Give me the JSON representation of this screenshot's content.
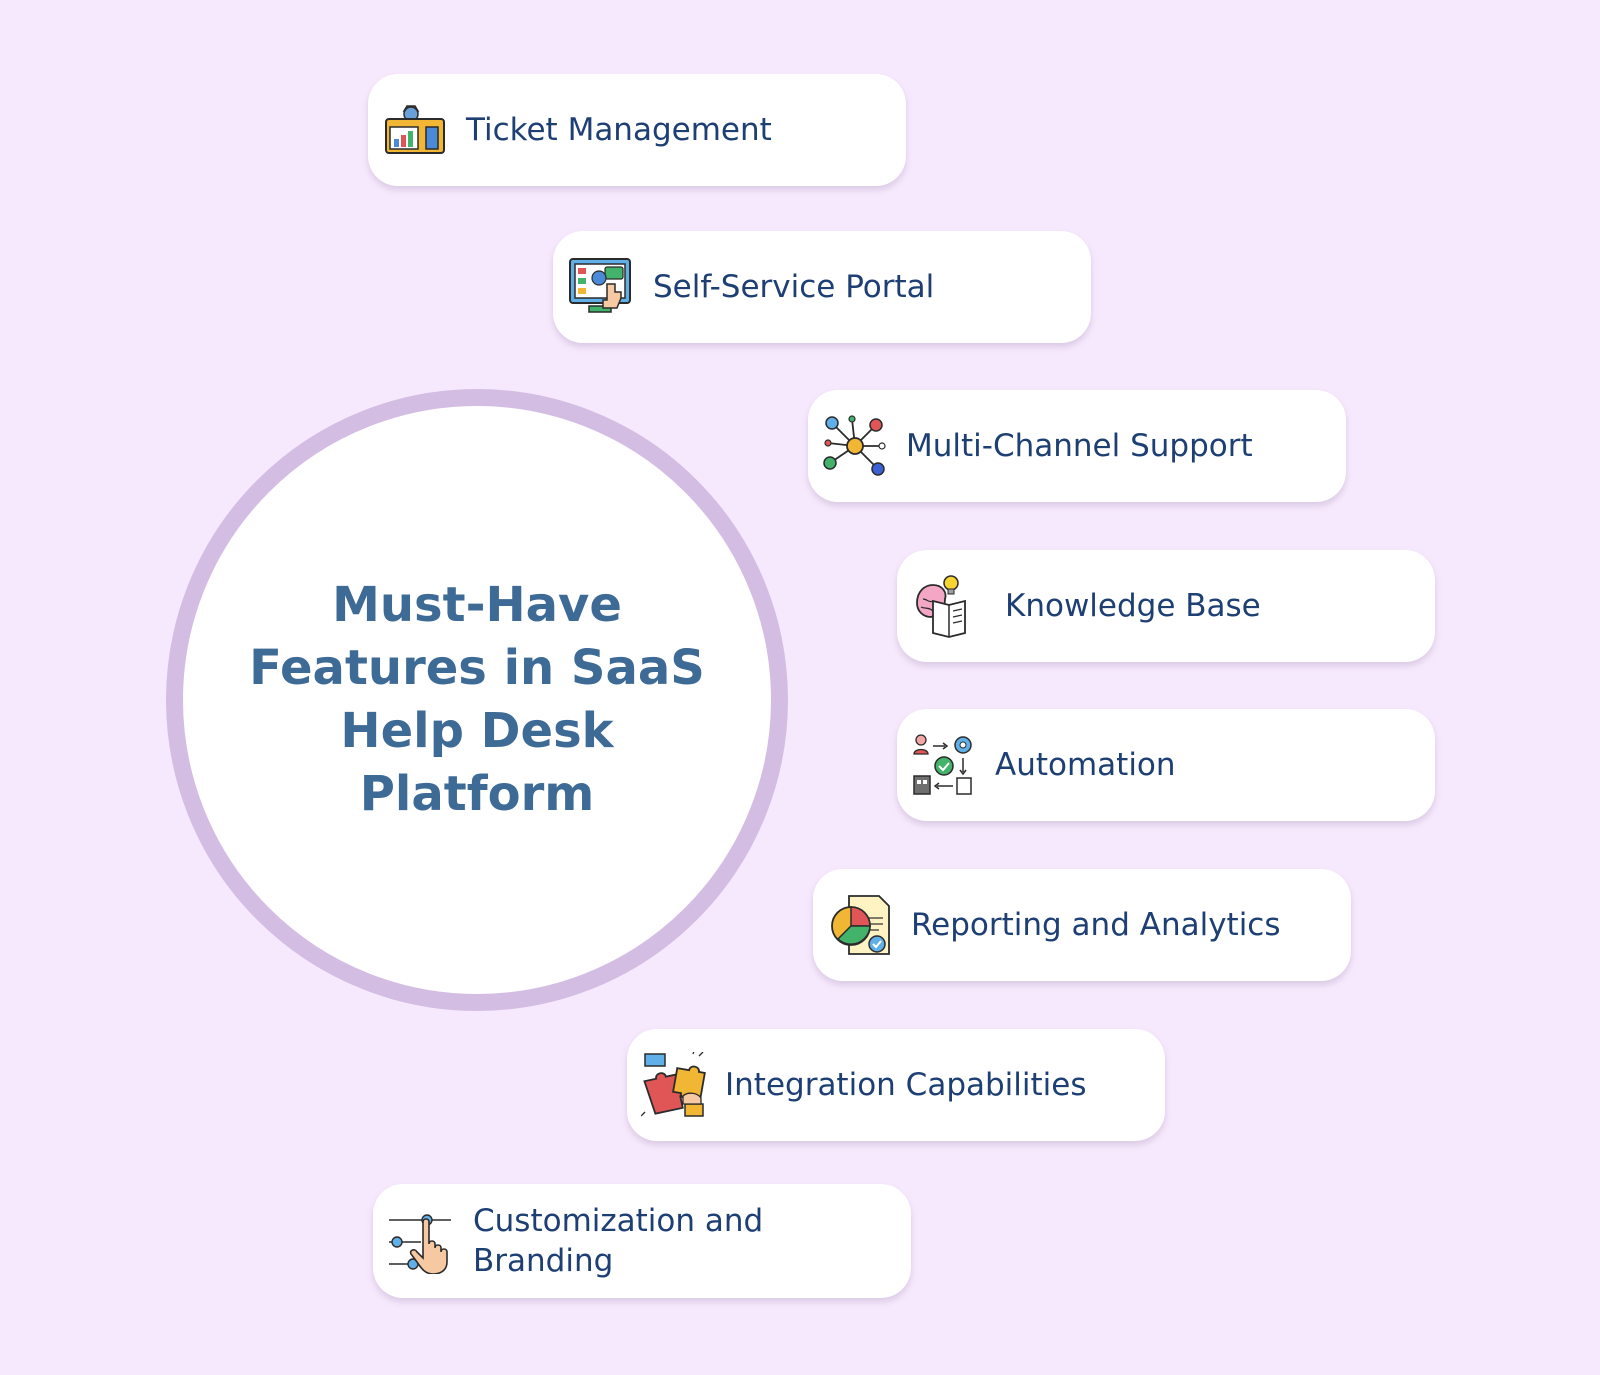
{
  "hub": {
    "title": "Must-Have Features in SaaS Help Desk Platform"
  },
  "features": [
    {
      "label": "Ticket Management",
      "icon": "ticket-management-icon"
    },
    {
      "label": "Self-Service Portal",
      "icon": "self-service-portal-icon"
    },
    {
      "label": "Multi-Channel Support",
      "icon": "multi-channel-network-icon"
    },
    {
      "label": "Knowledge Base",
      "icon": "brain-book-icon"
    },
    {
      "label": "Automation",
      "icon": "workflow-automation-icon"
    },
    {
      "label": "Reporting and Analytics",
      "icon": "pie-chart-report-icon"
    },
    {
      "label": "Integration Capabilities",
      "icon": "puzzle-hands-icon"
    },
    {
      "label": "Customization and Branding",
      "icon": "slider-hand-icon"
    }
  ],
  "colors": {
    "background": "#f7e9fd",
    "hub_ring": "#d4bde3",
    "hub_text": "#3e6a96",
    "card_text": "#1e3f74"
  }
}
